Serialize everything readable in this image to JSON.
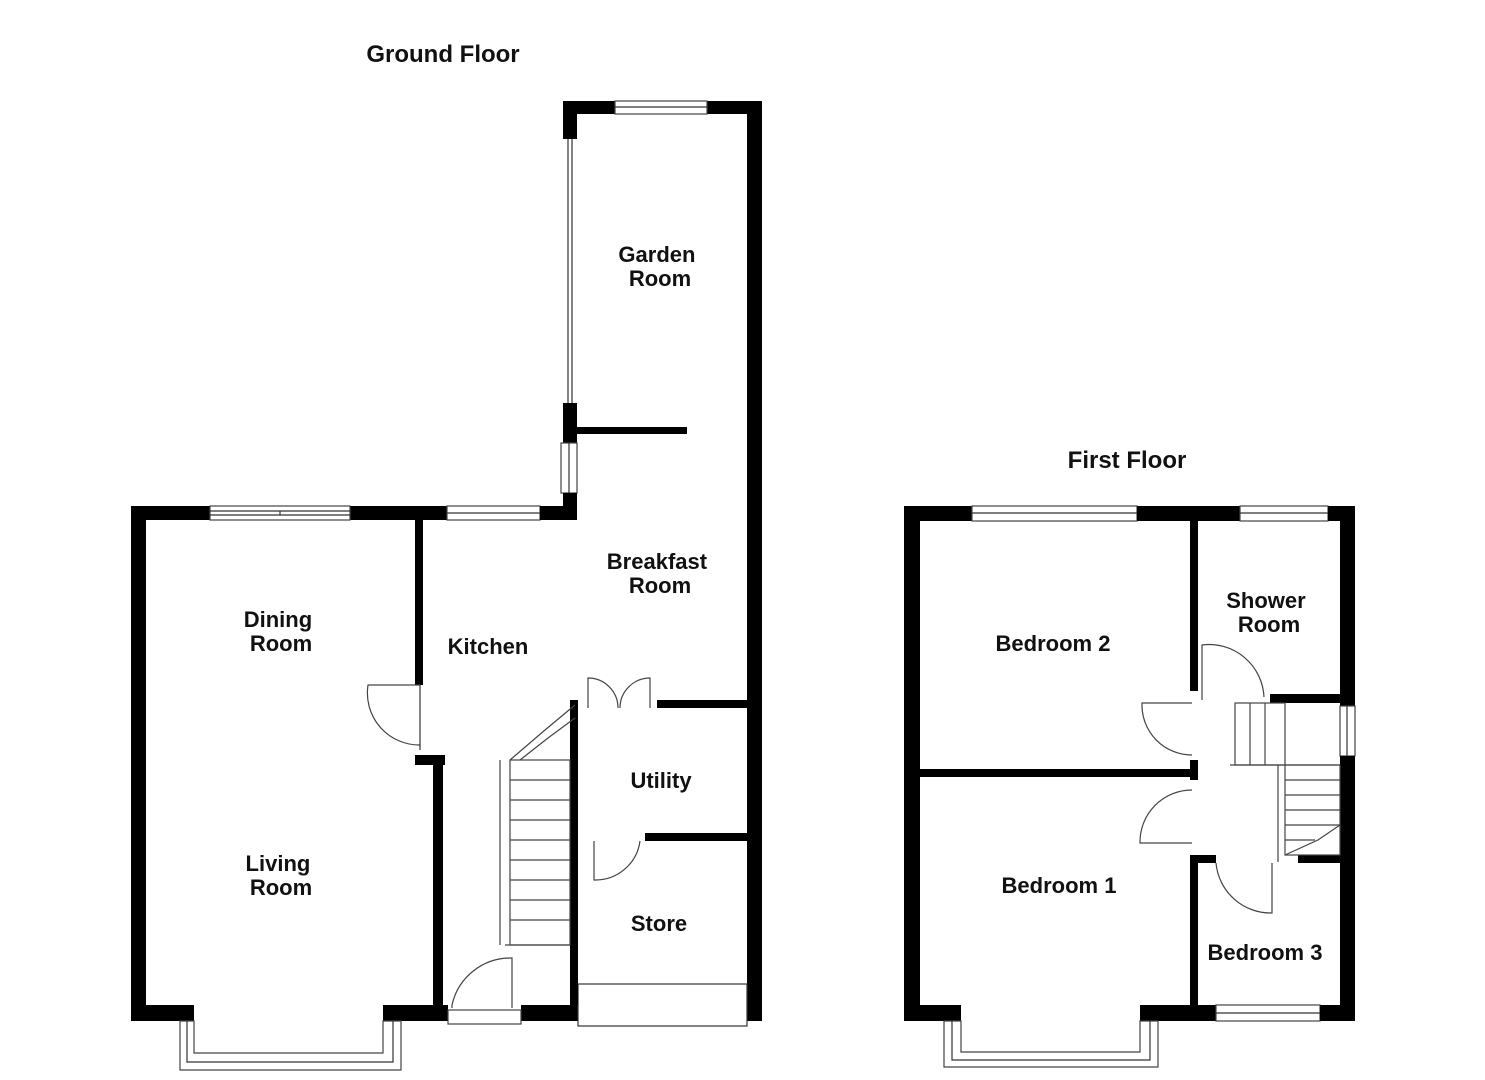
{
  "floors": {
    "ground": {
      "title": "Ground Floor",
      "rooms": {
        "garden_room": [
          "Garden",
          "Room"
        ],
        "breakfast_room": [
          "Breakfast",
          "Room"
        ],
        "dining_room": [
          "Dining",
          "Room"
        ],
        "kitchen": "Kitchen",
        "utility": "Utility",
        "living_room": [
          "Living",
          "Room"
        ],
        "store": "Store"
      }
    },
    "first": {
      "title": "First Floor",
      "rooms": {
        "bedroom_2": "Bedroom 2",
        "shower_room": [
          "Shower",
          "Room"
        ],
        "bedroom_1": "Bedroom 1",
        "bedroom_3": "Bedroom 3"
      }
    }
  },
  "colors": {
    "wall": "#000000",
    "background": "#ffffff"
  }
}
